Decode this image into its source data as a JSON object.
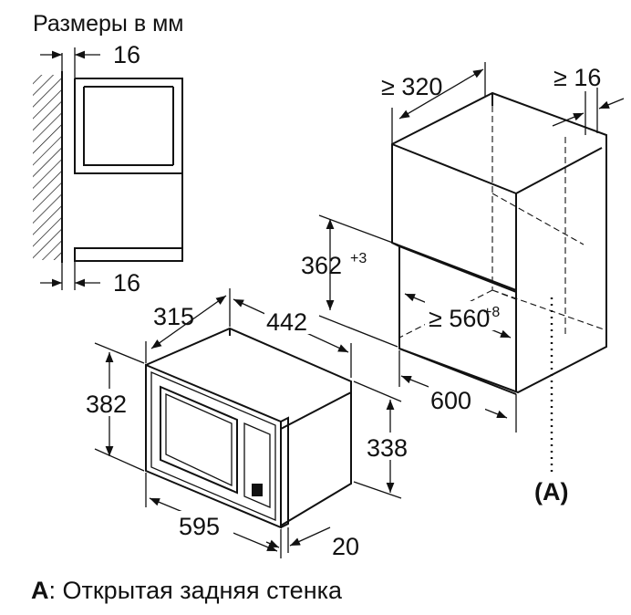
{
  "title": "Размеры в мм",
  "wall_detail": {
    "top_gap": "16",
    "bottom_gap": "16"
  },
  "cabinet": {
    "width_min": "≥ 320",
    "gap_min": "≥ 16",
    "opening_height": "362",
    "opening_height_tol": "+3",
    "opening_depth_min": "≥ 560",
    "opening_depth_tol": "+8",
    "depth": "600",
    "rear_marker": "(A)"
  },
  "appliance": {
    "depth_inner": "315",
    "depth_total": "442",
    "front_height": "382",
    "body_height": "338",
    "front_width": "595",
    "front_thickness": "20"
  },
  "footnote": {
    "key": "A",
    "text": ": Открытая задняя стенка"
  }
}
